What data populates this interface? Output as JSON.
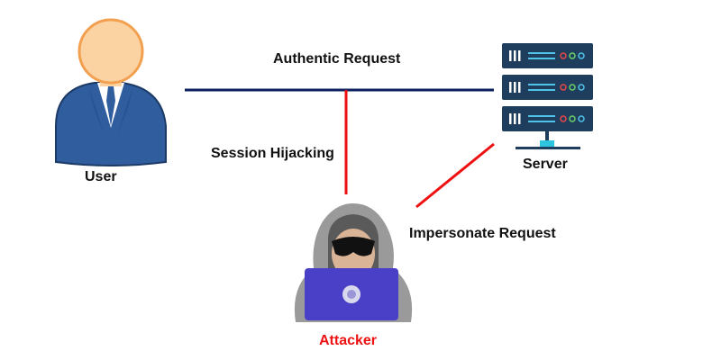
{
  "labels": {
    "authentic_request": "Authentic Request",
    "session_hijacking": "Session Hijacking",
    "impersonate_request": "Impersonate Request",
    "user": "User",
    "server": "Server",
    "attacker": "Attacker"
  },
  "colors": {
    "authentic_line": "#0b1f5c",
    "attack_line": "#ee1111",
    "attacker_label": "#ee1111",
    "user_body": "#2f5d9e",
    "user_head": "#fbd3a3",
    "server_rack": "#1f3d5c",
    "laptop": "#4a3fc7",
    "hood": "#9a9a9a"
  },
  "icons": {
    "user": "user-avatar-icon",
    "server": "server-rack-icon",
    "attacker": "hooded-hacker-icon"
  }
}
